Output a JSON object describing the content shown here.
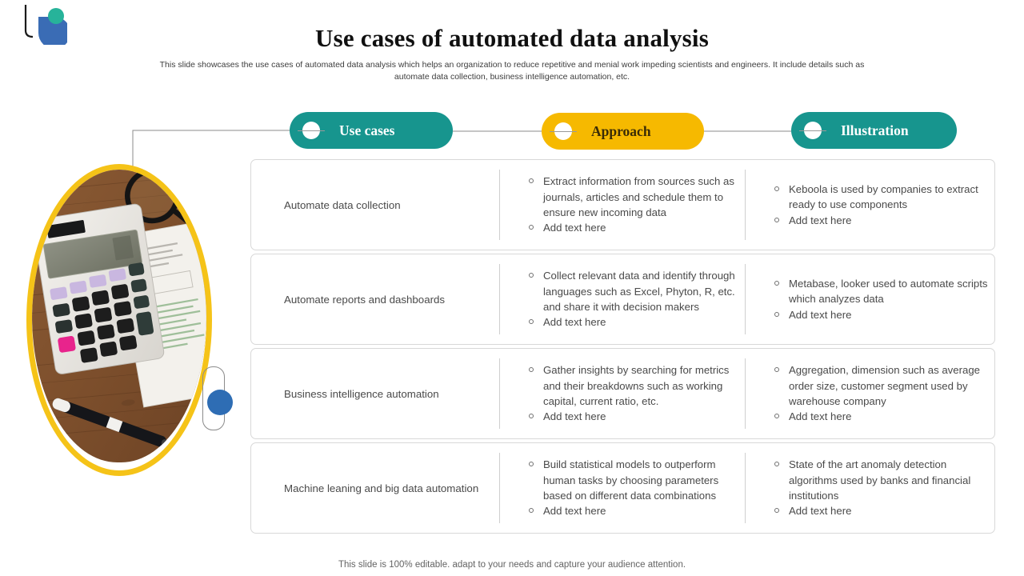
{
  "slide": {
    "title": "Use cases of automated data analysis",
    "subtitle": "This slide showcases the use cases of automated data analysis which helps an organization to reduce repetitive and menial work impeding scientists and engineers. It include details such as automate data collection, business intelligence automation, etc.",
    "footer": "This slide is 100% editable. adapt to your needs and capture your audience attention."
  },
  "logo": {
    "name": "company-logo",
    "circle_color": "#3a6cb5",
    "dot_color": "#27b39a",
    "hook_color": "#1a1a1a"
  },
  "headers": [
    {
      "label": "Use cases",
      "color": "#17958E",
      "text_color": "#ffffff",
      "icon": "circle-line-icon"
    },
    {
      "label": "Approach",
      "color": "#F6B900",
      "text_color": "#3a2c07",
      "icon": "circle-line-icon"
    },
    {
      "label": "Illustration",
      "color": "#17958E",
      "text_color": "#ffffff",
      "icon": "circle-line-icon"
    }
  ],
  "photo": {
    "name": "calculator-on-desk-photo",
    "alt": "Calculator, magnifying glass, papers and a pen on a wooden desk",
    "border_color": "#F5C318",
    "accent_dot_color": "#2E6DB4"
  },
  "rows": [
    {
      "use_case": "Automate data collection",
      "approach": [
        "Extract information from sources such as journals, articles and schedule them to ensure new incoming data",
        "Add text here"
      ],
      "illustration": [
        "Keboola is used by companies to extract  ready to use components",
        "Add text here"
      ]
    },
    {
      "use_case": "Automate reports and dashboards",
      "approach": [
        "Collect relevant  data and identify through  languages such as Excel, Phyton,  R, etc. and share it with decision makers",
        "Add text here"
      ],
      "illustration": [
        "Metabase, looker used to automate scripts which analyzes  data",
        "Add text here"
      ]
    },
    {
      "use_case": "Business intelligence automation",
      "approach": [
        "Gather insights by searching for metrics and their breakdowns  such as  working capital, current ratio, etc.",
        "Add text here"
      ],
      "illustration": [
        "Aggregation, dimension such as average order size, customer segment used by warehouse company",
        "Add text here"
      ]
    },
    {
      "use_case": "Machine leaning and big data automation",
      "approach": [
        "Build statistical models to outperform  human tasks  by choosing parameters based on different data combinations",
        "Add text here"
      ],
      "illustration": [
        "State of the art anomaly detection algorithms used by banks and financial institutions",
        "Add text here"
      ]
    }
  ]
}
